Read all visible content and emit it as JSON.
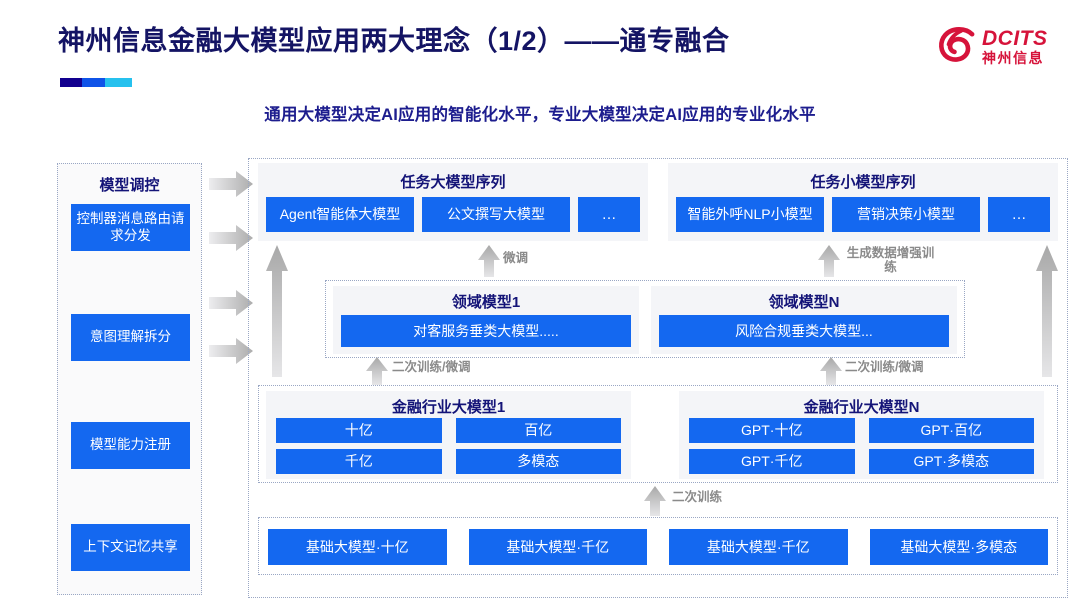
{
  "header": {
    "title": "神州信息金融大模型应用两大理念（1/2）——通专融合",
    "subtitle": "通用大模型决定AI应用的智能化水平，专业大模型决定AI应用的专业化水平",
    "logo": {
      "en": "DCITS",
      "cn": "神州信息",
      "mark": "spiral-logo-icon",
      "color": "#d6133a"
    },
    "accent_bar_colors": [
      "#12008f",
      "#0f53e8",
      "#26c1ee"
    ]
  },
  "colors": {
    "blue_box": "#1468f0",
    "title_navy": "#141464",
    "label_navy": "#141478",
    "panel_gray": "#f4f5f8",
    "arrow_gray": "#b8b8b8"
  },
  "sidebar": {
    "title": "模型调控",
    "items": [
      {
        "label": "控制器消息路由请求分发"
      },
      {
        "label": "意图理解拆分"
      },
      {
        "label": "模型能力注册"
      },
      {
        "label": "上下文记忆共享"
      }
    ]
  },
  "task_sequences": [
    {
      "title": "任务大模型序列",
      "models": [
        "Agent智能体大模型",
        "公文撰写大模型",
        "…"
      ]
    },
    {
      "title": "任务小模型序列",
      "models": [
        "智能外呼NLP小模型",
        "营销决策小模型",
        "…"
      ]
    }
  ],
  "domain_models": [
    {
      "title": "领域模型1",
      "model": "对客服务垂类大模型....."
    },
    {
      "title": "领域模型N",
      "model": "风险合规垂类大模型..."
    }
  ],
  "industry_models": [
    {
      "title": "金融行业大模型1",
      "variants": [
        "十亿",
        "百亿",
        "千亿",
        "多模态"
      ]
    },
    {
      "title": "金融行业大模型N",
      "variants": [
        "GPT·十亿",
        "GPT·百亿",
        "GPT·千亿",
        "GPT·多模态"
      ]
    }
  ],
  "base_models": [
    "基础大模型·十亿",
    "基础大模型·千亿",
    "基础大模型·千亿",
    "基础大模型·多模态"
  ],
  "arrow_labels": {
    "fine_tune": "微调",
    "data_augment": "生成数据增强训练",
    "second_train_fine": "二次训练/微调",
    "second_train": "二次训练"
  }
}
